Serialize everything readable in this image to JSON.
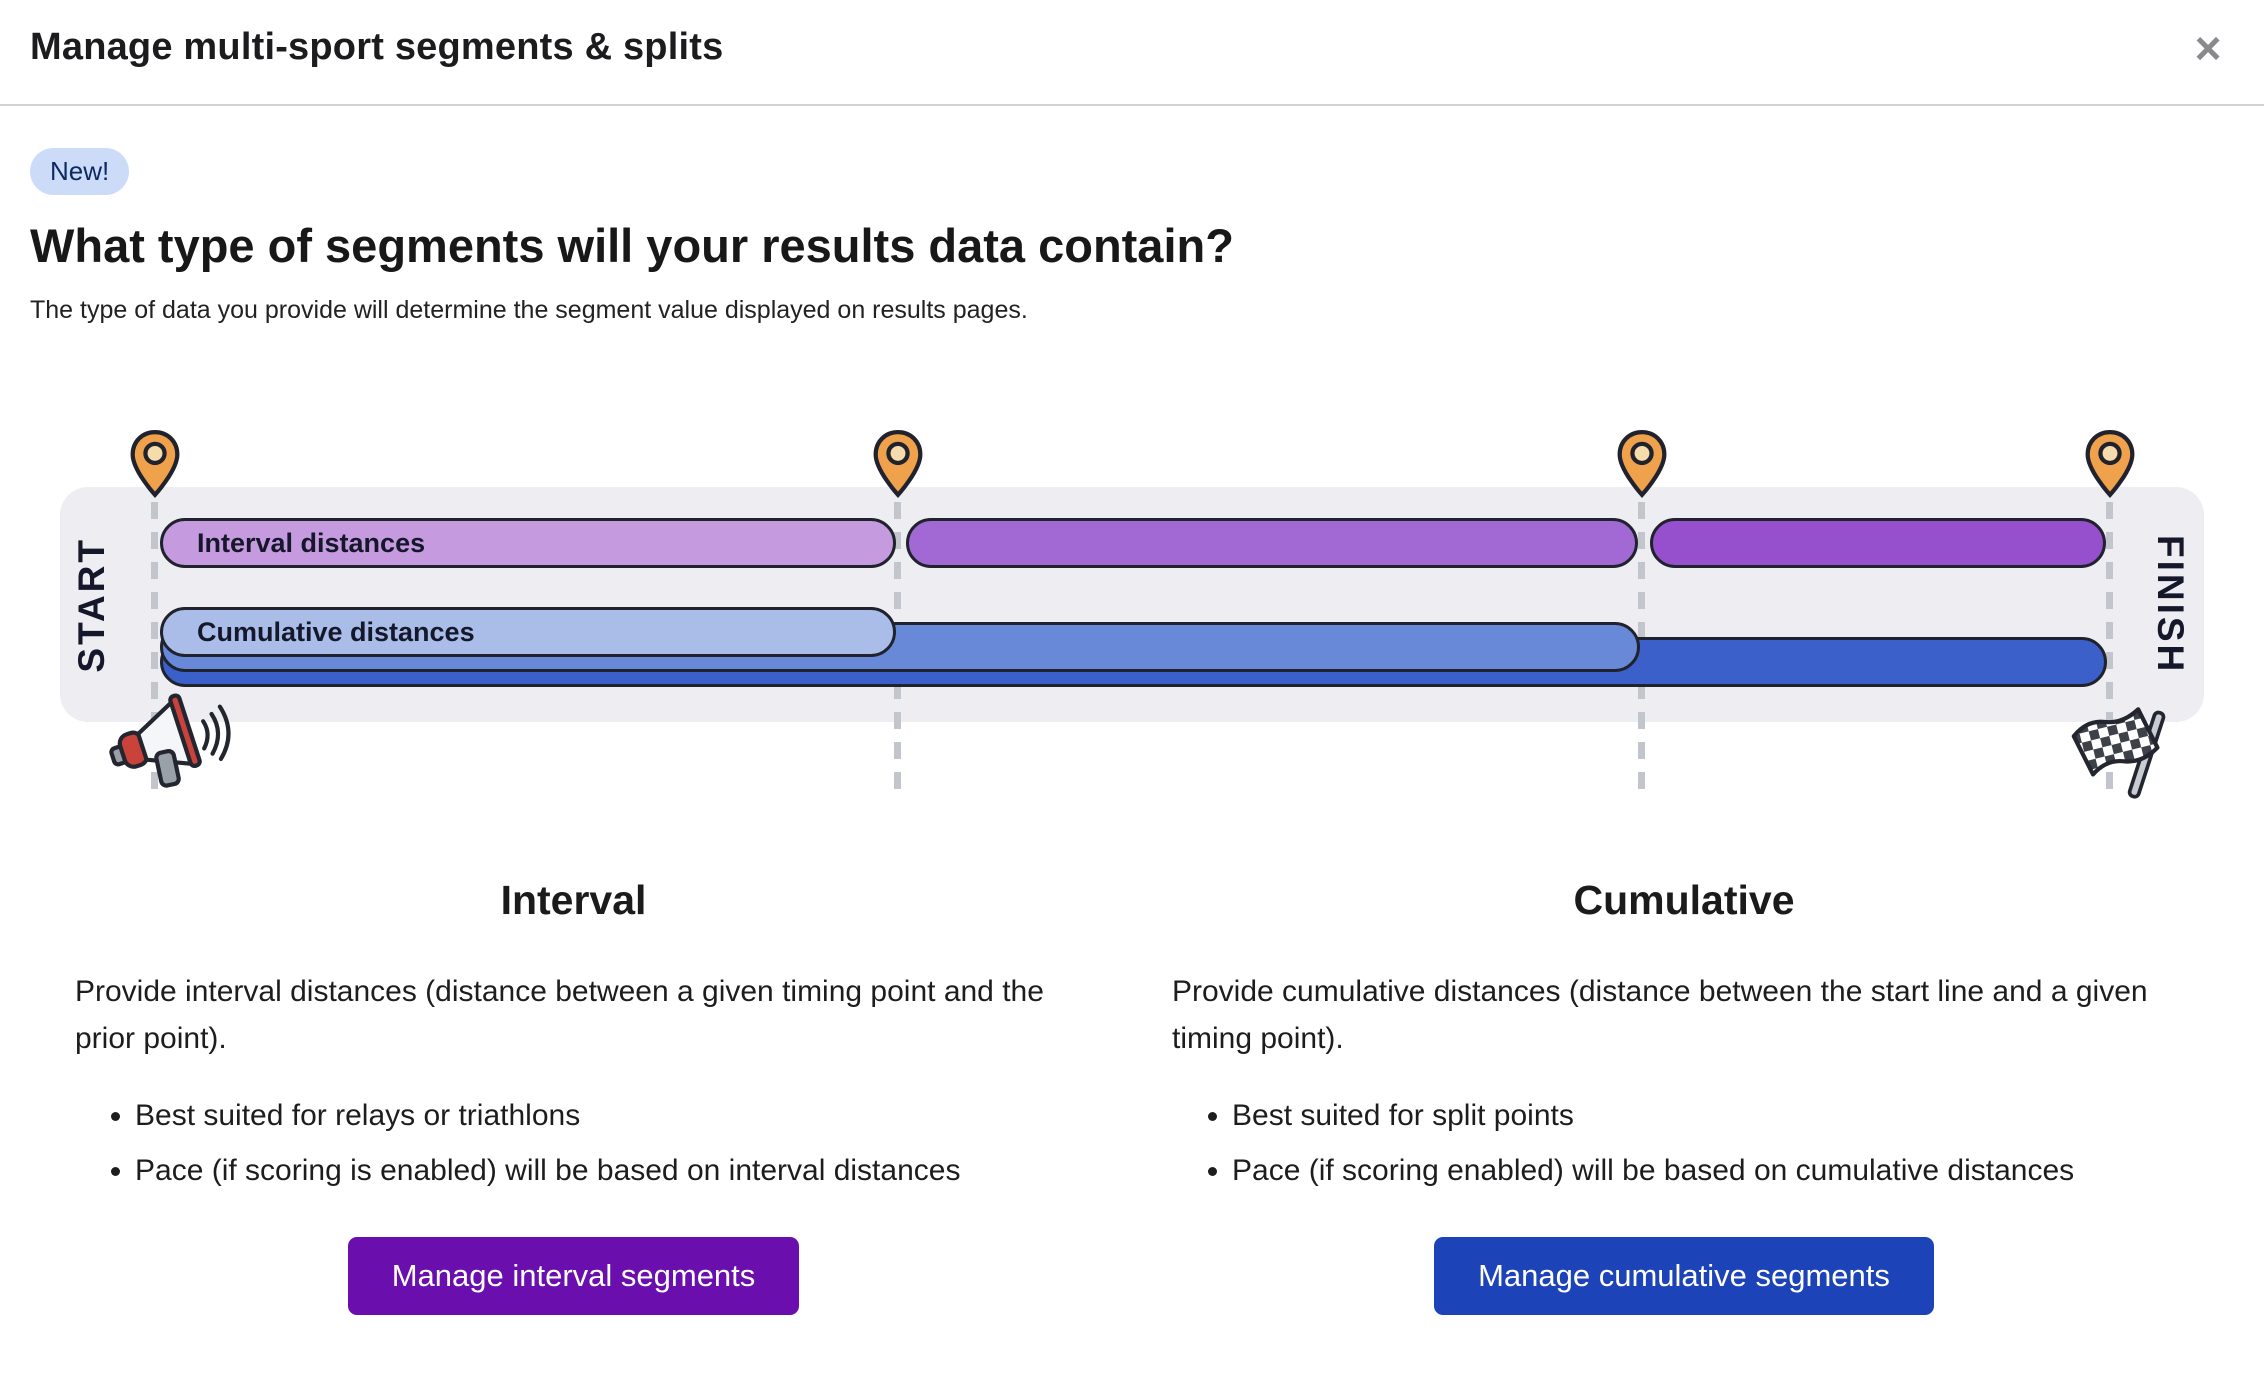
{
  "modal": {
    "title": "Manage multi-sport segments & splits",
    "close_glyph": "×"
  },
  "badge": {
    "label": "New!"
  },
  "intro": {
    "heading": "What type of segments will your results data contain?",
    "subheading": "The type of data you provide will determine the segment value displayed on results pages."
  },
  "diagram": {
    "start_label": "START",
    "finish_label": "FINISH",
    "interval_bar_label": "Interval distances",
    "cumulative_bar_label": "Cumulative distances",
    "timing_point_count": 4,
    "colors": {
      "track_bg": "#ededf2",
      "pin_fill": "#f0a14c",
      "pin_inner": "#f7dcab",
      "outline": "#20222e",
      "dash": "#c3c5cc",
      "interval_segments": [
        "#c59ade",
        "#a269d4",
        "#964fcd"
      ],
      "cumulative_segments": [
        "#a9bde8",
        "#6888d8",
        "#3c60ca"
      ]
    }
  },
  "columns": [
    {
      "heading": "Interval",
      "description": "Provide interval distances (distance between a given timing point and the prior point).",
      "bullets": [
        "Best suited for relays or triathlons",
        "Pace (if scoring is enabled) will be based on interval distances"
      ],
      "button_label": "Manage interval segments",
      "button_color": "#6a0fad"
    },
    {
      "heading": "Cumulative",
      "description": "Provide cumulative distances (distance between the start line and a given timing point).",
      "bullets": [
        "Best suited for split points",
        "Pace (if scoring enabled) will be based on cumulative distances"
      ],
      "button_label": "Manage cumulative segments",
      "button_color": "#1d43b8"
    }
  ]
}
